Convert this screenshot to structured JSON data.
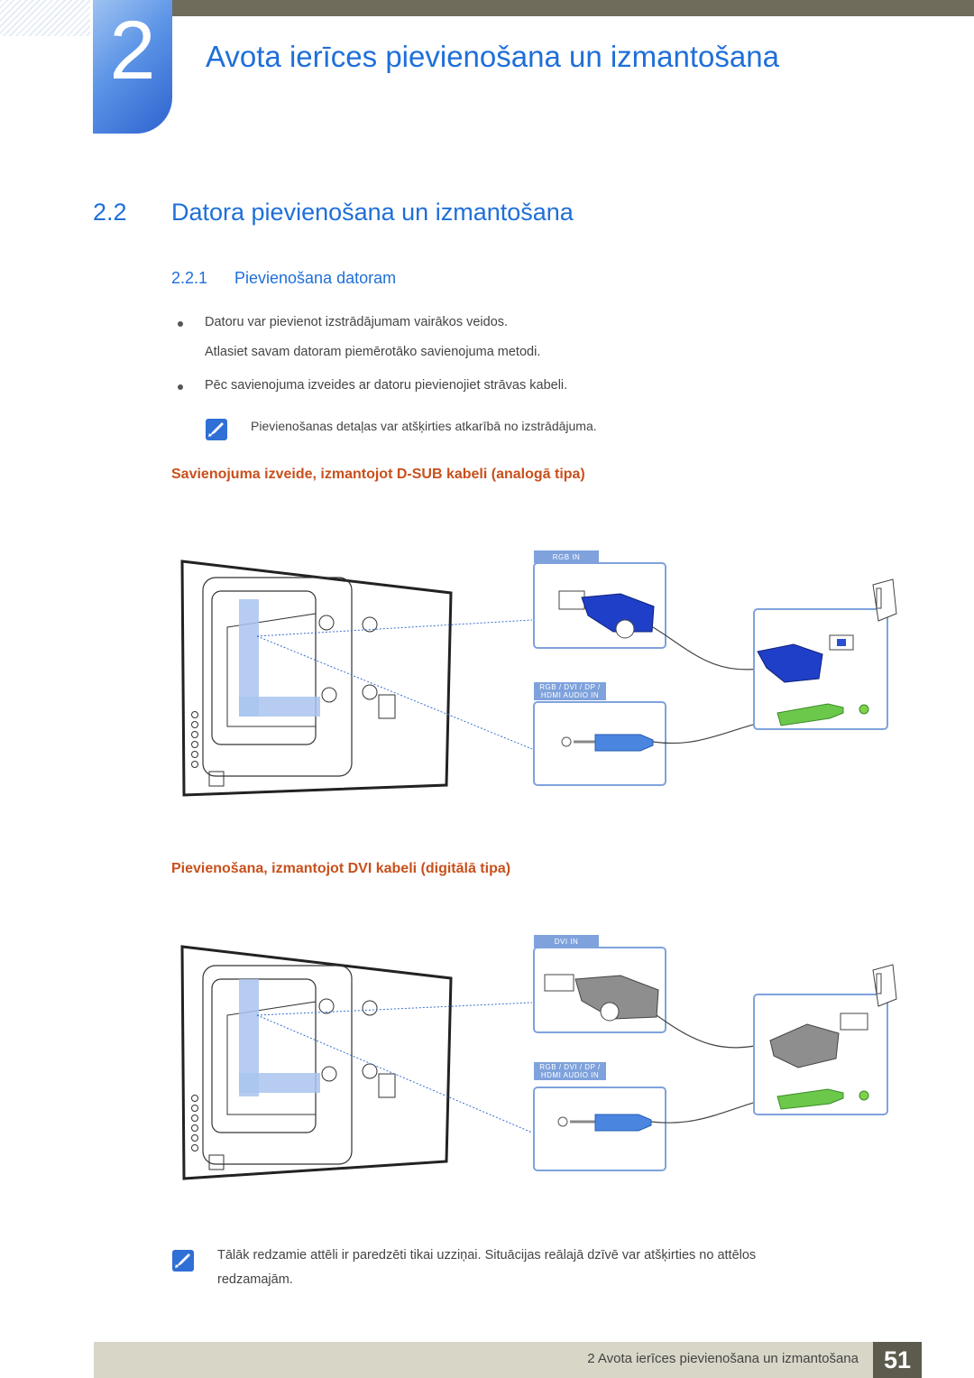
{
  "header": {
    "chapter_number": "2",
    "chapter_title": "Avota ierīces pievienošana un izmantošana"
  },
  "section": {
    "number": "2.2",
    "title": "Datora pievienošana un izmantošana"
  },
  "subsection": {
    "number": "2.2.1",
    "title": "Pievienošana datoram"
  },
  "bullets": [
    {
      "line1": "Datoru var pievienot izstrādājumam vairākos veidos.",
      "line2": "Atlasiet savam datoram piemērotāko savienojuma metodi."
    },
    {
      "line1": "Pēc savienojuma izveides ar datoru pievienojiet strāvas kabeli."
    }
  ],
  "note1": "Pievienošanas detaļas var atšķirties atkarībā no izstrādājuma.",
  "diagram1": {
    "heading": "Savienojuma izveide, izmantojot D-SUB kabeli (analogā tipa)",
    "port_video": "RGB IN",
    "port_audio_line1": "RGB / DVI / DP /",
    "port_audio_line2": "HDMI AUDIO IN",
    "connector_color": "#1f3fc8"
  },
  "diagram2": {
    "heading": "Pievienošana, izmantojot DVI kabeli (digitālā tipa)",
    "port_video": "DVI IN",
    "port_audio_line1": "RGB / DVI / DP /",
    "port_audio_line2": "HDMI AUDIO IN",
    "connector_color": "#8e8e8e"
  },
  "note2_line1": "Tālāk redzamie attēli ir paredzēti tikai uzziņai. Situācijas reālajā dzīvē var atšķirties no attēlos",
  "note2_line2": "redzamajām.",
  "footer": {
    "chapter_ref": "2 Avota ierīces pievienošana un izmantošana",
    "page_number": "51"
  },
  "colors": {
    "accent_blue": "#1f6fd8",
    "heading_orange": "#c8501c",
    "audio_blue": "#4a86e0",
    "audio_green": "#6cc84a"
  },
  "icons": [
    "note-icon",
    "monitor-rear-illustration",
    "pc-tower-icon",
    "dsub-connector-icon",
    "dvi-connector-icon",
    "audio-jack-icon"
  ]
}
